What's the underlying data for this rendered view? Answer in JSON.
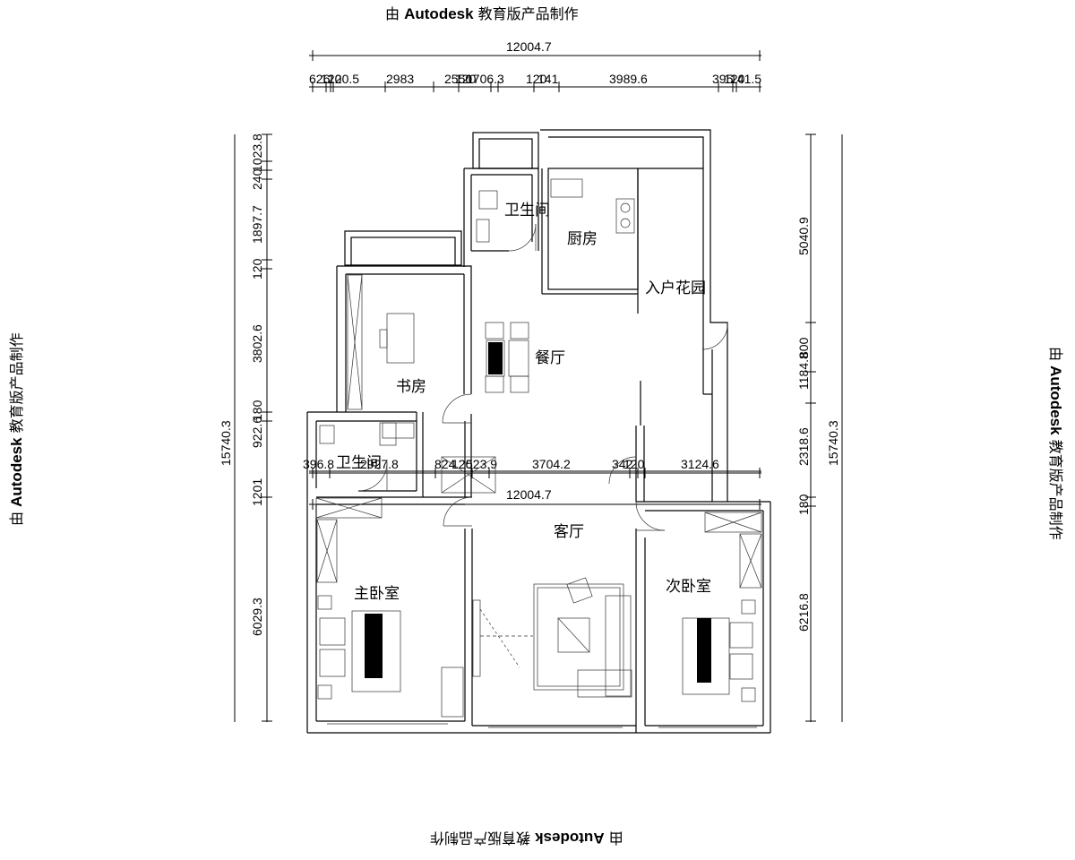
{
  "watermark": {
    "prefix": "由",
    "brand": "Autodesk",
    "suffix": "教育版产品制作"
  },
  "dimensions": {
    "top_total": "12004.7",
    "top_segments": [
      "626",
      "120",
      "120.5",
      "2983",
      "2550",
      "120",
      "1706.3",
      "120",
      "141",
      "3989.6",
      "395",
      "120",
      "141.5"
    ],
    "bottom_total": "12004.7",
    "bottom_segments": [
      "396.8",
      "2927.8",
      "824",
      "120",
      "523.9",
      "3704.2",
      "342",
      "120",
      "3124.6"
    ],
    "left_total": "15740.3",
    "left_segments": [
      "1897.7",
      "240",
      "1023.8",
      "120",
      "3802.6",
      "180",
      "1201",
      "922.6",
      "6029.3"
    ],
    "right_total": "15740.3",
    "right_segments": [
      "5040.9",
      "1184.8",
      "800",
      "2318.6",
      "180",
      "6216.8"
    ]
  },
  "rooms": {
    "bathroom_top": "卫生间",
    "kitchen": "厨房",
    "entry_garden": "入户花园",
    "dining": "餐厅",
    "study": "书房",
    "bathroom_left": "卫生间",
    "living": "客厅",
    "master_bedroom": "主卧室",
    "second_bedroom": "次卧室"
  }
}
